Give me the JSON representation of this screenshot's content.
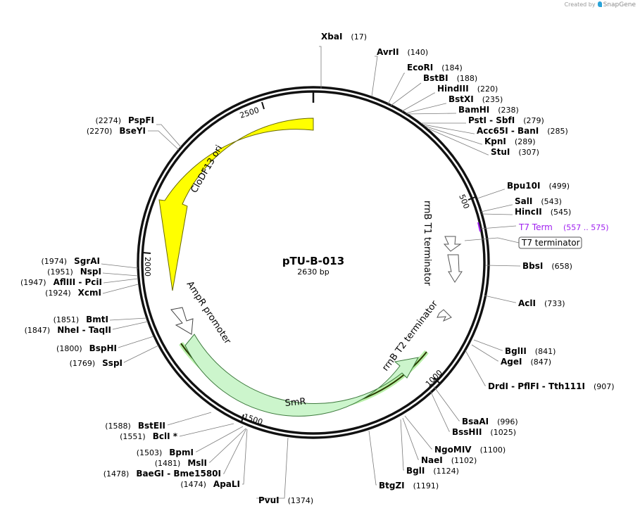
{
  "credit": {
    "prefix": "Created by",
    "brand": "SnapGene"
  },
  "plasmid": {
    "name": "pTU-B-013",
    "length_label": "2630 bp",
    "length": 2630
  },
  "ticks": [
    "500",
    "1000",
    "1500",
    "2000",
    "2500"
  ],
  "features": [
    {
      "name": "CloDF13 ori",
      "color": "#ffff00",
      "stroke": "#6a6a00"
    },
    {
      "name": "AmpR promoter",
      "color": "#ffffff",
      "stroke": "#555555"
    },
    {
      "name": "SmR",
      "color": "#ccf5cc",
      "stroke": "#2f7a2f"
    },
    {
      "name": "rrnB T2 terminator",
      "color": "#ffffff",
      "stroke": "#555555"
    },
    {
      "name": "rrnB T1 terminator",
      "color": "#ffffff",
      "stroke": "#555555"
    }
  ],
  "t7term": {
    "label": "T7 Term",
    "range": "(557 .. 575)",
    "color": "#a020f0"
  },
  "t7terminator": {
    "label": "T7 terminator"
  },
  "enzymes": [
    {
      "name": "XbaI",
      "pos": "(17)"
    },
    {
      "name": "AvrII",
      "pos": "(140)"
    },
    {
      "name": "EcoRI",
      "pos": "(184)"
    },
    {
      "name": "BstBI",
      "pos": "(188)"
    },
    {
      "name": "HindIII",
      "pos": "(220)"
    },
    {
      "name": "BstXI",
      "pos": "(235)"
    },
    {
      "name": "BamHI",
      "pos": "(238)"
    },
    {
      "name": "PstI  -  SbfI",
      "pos": "(279)"
    },
    {
      "name": "Acc65I  -  BanI",
      "pos": "(285)"
    },
    {
      "name": "KpnI",
      "pos": "(289)"
    },
    {
      "name": "StuI",
      "pos": "(307)"
    },
    {
      "name": "Bpu10I",
      "pos": "(499)"
    },
    {
      "name": "SalI",
      "pos": "(543)"
    },
    {
      "name": "HincII",
      "pos": "(545)"
    },
    {
      "name": "BbsI",
      "pos": "(658)"
    },
    {
      "name": "AclI",
      "pos": "(733)"
    },
    {
      "name": "BglII",
      "pos": "(841)"
    },
    {
      "name": "AgeI",
      "pos": "(847)"
    },
    {
      "name": "DrdI  -  PflFI  -  Tth111I",
      "pos": "(907)"
    },
    {
      "name": "BsaAI",
      "pos": "(996)"
    },
    {
      "name": "BssHII",
      "pos": "(1025)"
    },
    {
      "name": "NgoMIV",
      "pos": "(1100)"
    },
    {
      "name": "NaeI",
      "pos": "(1102)"
    },
    {
      "name": "BglI",
      "pos": "(1124)"
    },
    {
      "name": "BtgZI",
      "pos": "(1191)"
    },
    {
      "name": "PvuI",
      "pos": "(1374)"
    },
    {
      "name": "ApaLI",
      "pos": "(1474)"
    },
    {
      "name": "BaeGI  -  Bme1580I",
      "pos": "(1478)"
    },
    {
      "name": "MslI",
      "pos": "(1481)"
    },
    {
      "name": "BpmI",
      "pos": "(1503)"
    },
    {
      "name": "BclI *",
      "pos": "(1551)"
    },
    {
      "name": "BstEII",
      "pos": "(1588)"
    },
    {
      "name": "SspI",
      "pos": "(1769)"
    },
    {
      "name": "BspHI",
      "pos": "(1800)"
    },
    {
      "name": "NheI  -  TaqII",
      "pos": "(1847)"
    },
    {
      "name": "BmtI",
      "pos": "(1851)"
    },
    {
      "name": "XcmI",
      "pos": "(1924)"
    },
    {
      "name": "AflIII  -  PciI",
      "pos": "(1947)"
    },
    {
      "name": "NspI",
      "pos": "(1951)"
    },
    {
      "name": "SgrAI",
      "pos": "(1974)"
    },
    {
      "name": "BseYI",
      "pos": "(2270)"
    },
    {
      "name": "PspFI",
      "pos": "(2274)"
    }
  ]
}
